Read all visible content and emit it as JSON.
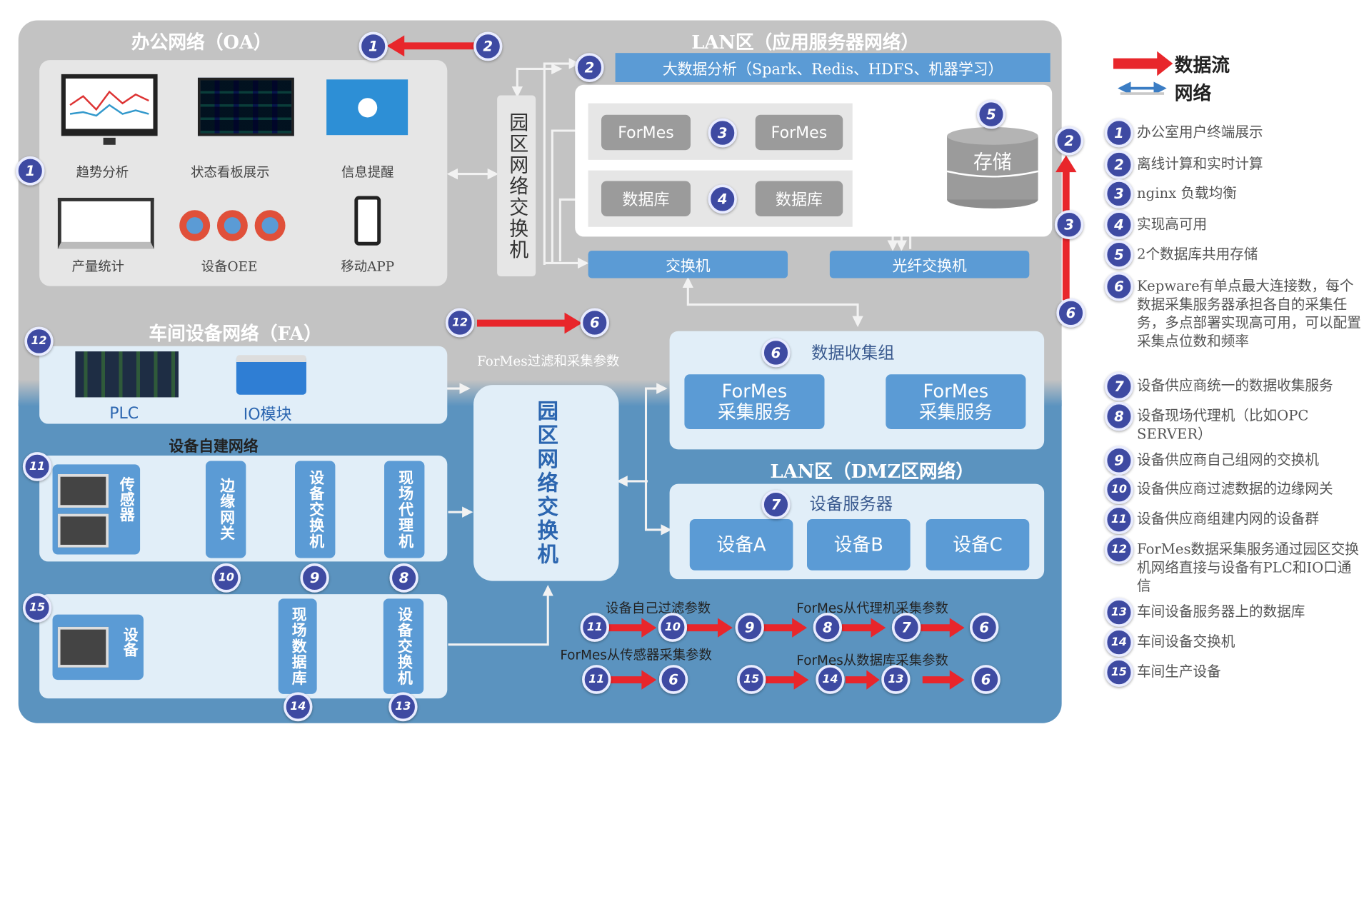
{
  "oa": {
    "title": "办公网络（OA）",
    "items": [
      "趋势分析",
      "状态看板展示",
      "信息提醒",
      "产量统计",
      "设备OEE",
      "移动APP"
    ]
  },
  "lan_app": {
    "title": "LAN区（应用服务器网络）",
    "bigdata": "大数据分析（Spark、Redis、HDFS、机器学习）",
    "formes": "ForMes",
    "db": "数据库",
    "storage": "存储",
    "switch": "交换机",
    "fiber_switch": "光纤交换机"
  },
  "park_switch_top": "园区网络交换机",
  "park_switch_bottom": "园区网络交换机",
  "fa": {
    "title": "车间设备网络（FA）",
    "plc": "PLC",
    "io": "IO模块",
    "filter_label": "ForMes过滤和采集参数"
  },
  "collect": {
    "title": "数据收集组",
    "svc_line1": "ForMes",
    "svc_line2": "采集服务"
  },
  "dmz": {
    "title": "LAN区（DMZ区网络）",
    "server": "设备服务器",
    "devices": [
      "设备A",
      "设备B",
      "设备C"
    ]
  },
  "selfnet": {
    "title": "设备自建网络",
    "sensor": "传感器",
    "edge": "边缘网关",
    "dev_switch": "设备交换机",
    "proxy": "现场代理机",
    "device": "设备",
    "field_db": "现场数据库"
  },
  "flows": {
    "f1": "设备自己过滤参数",
    "f2": "ForMes从代理机采集参数",
    "f3": "ForMes从传感器采集参数",
    "f4": "ForMes从数据库采集参数"
  },
  "legend": {
    "data_flow": "数据流",
    "network": "网络",
    "items": [
      {
        "n": "1",
        "text": "办公室用户终端展示"
      },
      {
        "n": "2",
        "text": "离线计算和实时计算"
      },
      {
        "n": "3",
        "text": "nginx 负载均衡"
      },
      {
        "n": "4",
        "text": "实现高可用"
      },
      {
        "n": "5",
        "text": "2个数据库共用存储"
      },
      {
        "n": "6",
        "text": "Kepware有单点最大连接数，每个数据采集服务器承担各自的采集任务，多点部署实现高可用，可以配置采集点位数和频率"
      },
      {
        "n": "7",
        "text": "设备供应商统一的数据收集服务"
      },
      {
        "n": "8",
        "text": "设备现场代理机（比如OPC SERVER）"
      },
      {
        "n": "9",
        "text": "设备供应商自己组网的交换机"
      },
      {
        "n": "10",
        "text": "设备供应商过滤数据的边缘网关"
      },
      {
        "n": "11",
        "text": "设备供应商组建内网的设备群"
      },
      {
        "n": "12",
        "text": "ForMes数据采集服务通过园区交换机网络直接与设备有PLC和IO口通信"
      },
      {
        "n": "13",
        "text": "车间设备服务器上的数据库"
      },
      {
        "n": "14",
        "text": "车间设备交换机"
      },
      {
        "n": "15",
        "text": "车间生产设备"
      }
    ]
  },
  "colors": {
    "gray_zone": "#c3c3c3",
    "blue_zone": "#5b93bf",
    "accent_blue": "#5b9bd5",
    "badge": "#3e4aa2",
    "flow_red": "#e8262b"
  }
}
